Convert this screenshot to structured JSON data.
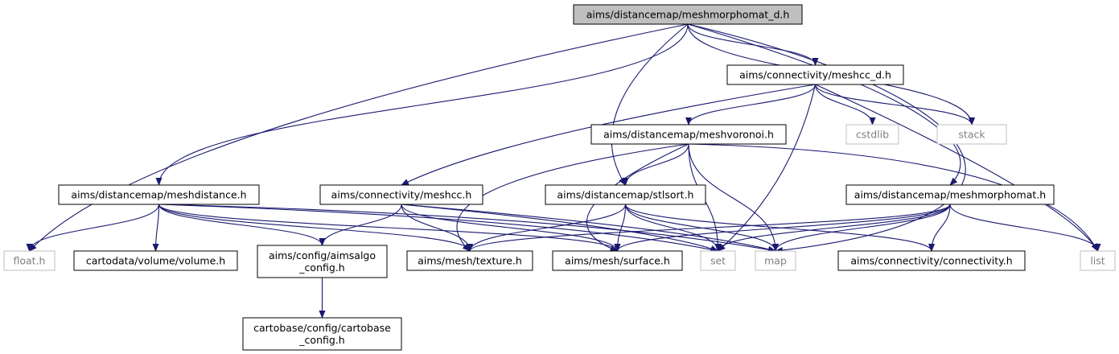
{
  "diagram": {
    "edge_color": "#191970",
    "node_styles": {
      "root": {
        "fill": "#bfbfbf",
        "stroke": "#000000",
        "text": "#000000"
      },
      "documented": {
        "fill": "#ffffff",
        "stroke": "#000000",
        "text": "#000000"
      },
      "external": {
        "fill": "#ffffff",
        "stroke": "#bfbfbf",
        "text": "#808080"
      }
    },
    "nodes": [
      {
        "id": "root",
        "lines": [
          "aims/distancemap/meshmorphomat_d.h"
        ],
        "style": "root"
      },
      {
        "id": "meshcc_d",
        "lines": [
          "aims/connectivity/meshcc_d.h"
        ],
        "style": "documented"
      },
      {
        "id": "cstdlib",
        "lines": [
          "cstdlib"
        ],
        "style": "external"
      },
      {
        "id": "stack",
        "lines": [
          "stack"
        ],
        "style": "external"
      },
      {
        "id": "voronoi",
        "lines": [
          "aims/distancemap/meshvoronoi.h"
        ],
        "style": "documented"
      },
      {
        "id": "meshdistance",
        "lines": [
          "aims/distancemap/meshdistance.h"
        ],
        "style": "documented"
      },
      {
        "id": "meshcc",
        "lines": [
          "aims/connectivity/meshcc.h"
        ],
        "style": "documented"
      },
      {
        "id": "stlsort",
        "lines": [
          "aims/distancemap/stlsort.h"
        ],
        "style": "documented"
      },
      {
        "id": "morphomat",
        "lines": [
          "aims/distancemap/meshmorphomat.h"
        ],
        "style": "documented"
      },
      {
        "id": "float",
        "lines": [
          "float.h"
        ],
        "style": "external"
      },
      {
        "id": "volume",
        "lines": [
          "cartodata/volume/volume.h"
        ],
        "style": "documented"
      },
      {
        "id": "aimsalgo",
        "lines": [
          "aims/config/aimsalgo",
          "_config.h"
        ],
        "style": "documented"
      },
      {
        "id": "texture",
        "lines": [
          "aims/mesh/texture.h"
        ],
        "style": "documented"
      },
      {
        "id": "surface",
        "lines": [
          "aims/mesh/surface.h"
        ],
        "style": "documented"
      },
      {
        "id": "set",
        "lines": [
          "set"
        ],
        "style": "external"
      },
      {
        "id": "map",
        "lines": [
          "map"
        ],
        "style": "external"
      },
      {
        "id": "connectivity",
        "lines": [
          "aims/connectivity/connectivity.h"
        ],
        "style": "documented"
      },
      {
        "id": "list",
        "lines": [
          "list"
        ],
        "style": "external"
      },
      {
        "id": "cartobase",
        "lines": [
          "cartobase/config/cartobase",
          "_config.h"
        ],
        "style": "documented"
      }
    ],
    "edges": [
      [
        "root",
        "meshcc_d"
      ],
      [
        "root",
        "stack"
      ],
      [
        "root",
        "stlsort"
      ],
      [
        "root",
        "meshdistance"
      ],
      [
        "root",
        "float"
      ],
      [
        "root",
        "morphomat"
      ],
      [
        "root",
        "map"
      ],
      [
        "meshcc_d",
        "cstdlib"
      ],
      [
        "meshcc_d",
        "stack"
      ],
      [
        "meshcc_d",
        "voronoi"
      ],
      [
        "meshcc_d",
        "meshcc"
      ],
      [
        "meshcc_d",
        "set"
      ],
      [
        "meshcc_d",
        "list"
      ],
      [
        "voronoi",
        "stlsort"
      ],
      [
        "voronoi",
        "texture"
      ],
      [
        "voronoi",
        "surface"
      ],
      [
        "voronoi",
        "set"
      ],
      [
        "voronoi",
        "map"
      ],
      [
        "voronoi",
        "list"
      ],
      [
        "meshdistance",
        "float"
      ],
      [
        "meshdistance",
        "volume"
      ],
      [
        "meshdistance",
        "aimsalgo"
      ],
      [
        "meshdistance",
        "texture"
      ],
      [
        "meshdistance",
        "surface"
      ],
      [
        "meshdistance",
        "set"
      ],
      [
        "meshdistance",
        "map"
      ],
      [
        "meshcc",
        "aimsalgo"
      ],
      [
        "meshcc",
        "texture"
      ],
      [
        "meshcc",
        "surface"
      ],
      [
        "meshcc",
        "set"
      ],
      [
        "meshcc",
        "map"
      ],
      [
        "stlsort",
        "texture"
      ],
      [
        "stlsort",
        "surface"
      ],
      [
        "stlsort",
        "set"
      ],
      [
        "stlsort",
        "map"
      ],
      [
        "stlsort",
        "connectivity"
      ],
      [
        "morphomat",
        "texture"
      ],
      [
        "morphomat",
        "surface"
      ],
      [
        "morphomat",
        "set"
      ],
      [
        "morphomat",
        "map"
      ],
      [
        "morphomat",
        "connectivity"
      ],
      [
        "morphomat",
        "list"
      ],
      [
        "aimsalgo",
        "cartobase"
      ]
    ]
  }
}
